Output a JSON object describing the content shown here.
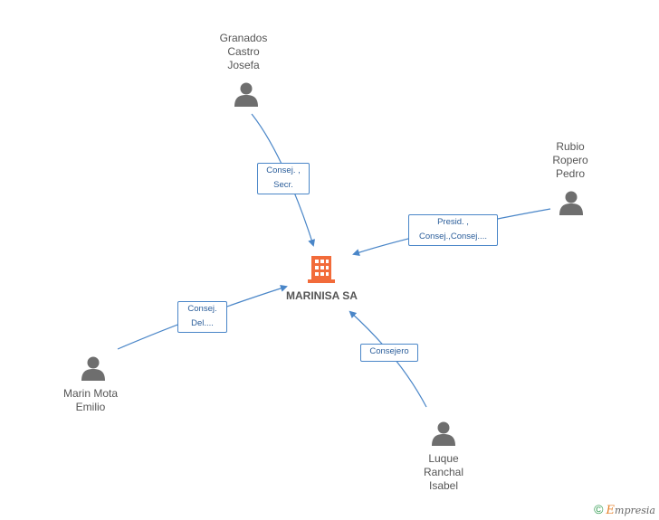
{
  "company": {
    "name": "MARINISA SA",
    "color": "#f26b3a"
  },
  "people": [
    {
      "id": "granados",
      "name": "Granados\nCastro\nJosefa"
    },
    {
      "id": "rubio",
      "name": "Rubio\nRopero\nPedro"
    },
    {
      "id": "marin",
      "name": "Marin Mota\nEmilio"
    },
    {
      "id": "luque",
      "name": "Luque\nRanchal\nIsabel"
    }
  ],
  "relations": [
    {
      "from": "granados",
      "label": "Consej. ,\nSecr."
    },
    {
      "from": "rubio",
      "label": "Presid. ,\nConsej.,Consej...."
    },
    {
      "from": "marin",
      "label": "Consej.\nDel...."
    },
    {
      "from": "luque",
      "label": "Consejero"
    }
  ],
  "colors": {
    "edge": "#4a86c8",
    "person_icon": "#6e6e6e"
  },
  "watermark": {
    "symbol": "©",
    "brand_initial": "E",
    "brand_rest": "mpresia"
  }
}
